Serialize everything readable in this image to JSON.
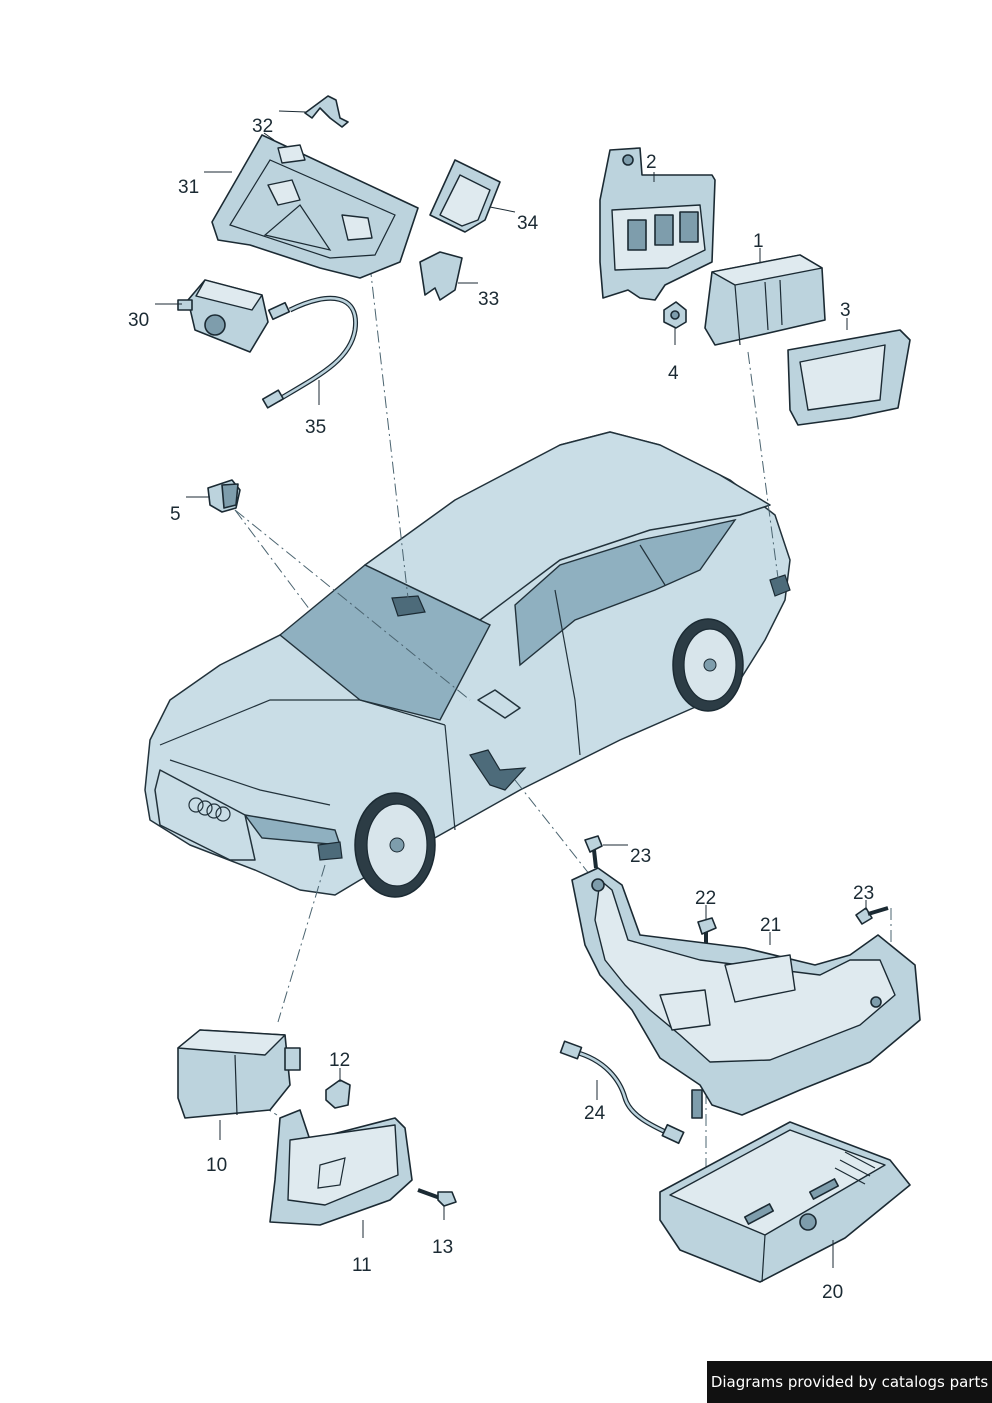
{
  "callouts": {
    "p1": "1",
    "p2": "2",
    "p3": "3",
    "p4": "4",
    "p5": "5",
    "p10": "10",
    "p11": "11",
    "p12": "12",
    "p13": "13",
    "p20": "20",
    "p21": "21",
    "p22": "22",
    "p23a": "23",
    "p23b": "23",
    "p24": "24",
    "p30": "30",
    "p31": "31",
    "p32": "32",
    "p33": "33",
    "p34": "34",
    "p35": "35"
  },
  "watermark": "Diagrams provided by catalogs parts",
  "colors": {
    "part_fill": "#bcd3dd",
    "outline": "#1b2a33",
    "highlight": "#4d6b7a",
    "watermark_bg": "#111111"
  }
}
